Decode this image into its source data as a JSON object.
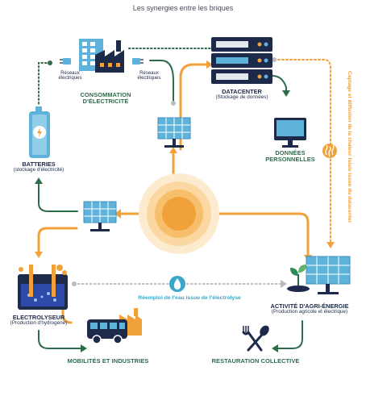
{
  "title": "Les synergies entre les briques",
  "labels": {
    "consommation": "CONSOMMATION",
    "electricite": "D'ÉLECTRICITÉ",
    "reseaux_left": "Réseaux",
    "reseaux_left2": "électriques",
    "reseaux_right": "Réseaux",
    "reseaux_right2": "électriques",
    "datacenter": "DATACENTER",
    "datacenter_sub": "(Stockage de données)",
    "donnees1": "DONNÉES",
    "donnees2": "PERSONNELLES",
    "batteries": "BATTERIES",
    "batteries_sub": "(stockage d'électricité)",
    "electrolyseur": "ELECTROLYSEUR",
    "electrolyseur_sub": "(Production d'hydrogène)",
    "reemploi": "Réemploi de l'eau issue de l'électrolyse",
    "agri": "ACTIVITÉ D'AGRI-ÉNERGIE",
    "agri_sub": "(Production agricole et électrique)",
    "mobilites": "MOBILITÉS ET INDUSTRIES",
    "restauration": "RESTAURATION COLLECTIVE",
    "captage": "Captage et diffusion de la chaleur fatale issue du datacenter"
  },
  "colors": {
    "orange": "#f0a13a",
    "green": "#2e6b4b",
    "navy": "#1d2a4a",
    "blue": "#3aa6c9",
    "gray_dot": "#b9bcc4",
    "sun": "#f6b04a"
  },
  "icons": [
    "sun-icon",
    "solar-panel-icon",
    "building-factory-icon",
    "plug-icon",
    "server-icon",
    "monitor-icon",
    "battery-icon",
    "electrolyser-icon",
    "water-drop-icon",
    "plant-icon",
    "bus-icon",
    "fork-icon",
    "spoon-icon",
    "heat-icon"
  ]
}
